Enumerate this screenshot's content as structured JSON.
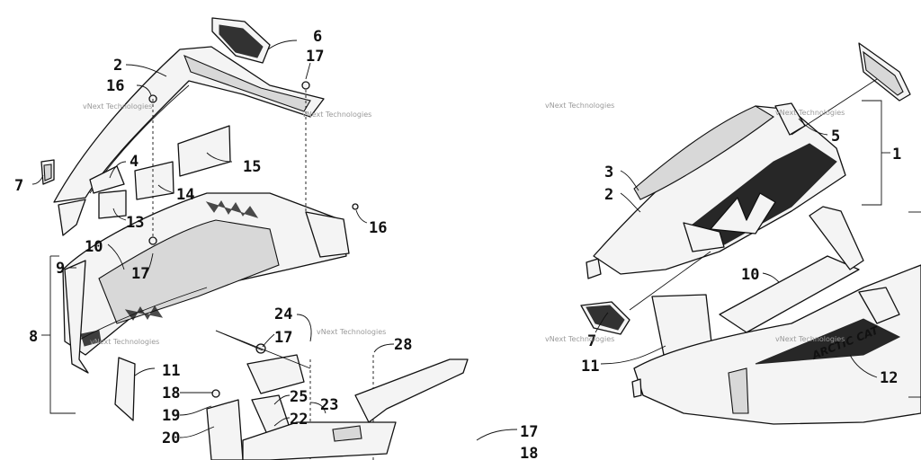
{
  "labels": {
    "n1": "1",
    "n2": "2",
    "n2b": "2",
    "n3": "3",
    "n4": "4",
    "n5": "5",
    "n6": "6",
    "n7": "7",
    "n7b": "7",
    "n8": "8",
    "n9": "9",
    "n10": "10",
    "n10b": "10",
    "n11": "11",
    "n11b": "11",
    "n12": "12",
    "n13": "13",
    "n14": "14",
    "n15": "15",
    "n16": "16",
    "n16b": "16",
    "n17": "17",
    "n17b": "17",
    "n17c": "17",
    "n17d": "17",
    "n18": "18",
    "n18b": "18",
    "n19": "19",
    "n20": "20",
    "n22": "22",
    "n23": "23",
    "n24": "24",
    "n25": "25",
    "n28": "28"
  },
  "watermark": "vNext Technologies",
  "decal_text": "ARCTIC CAT"
}
